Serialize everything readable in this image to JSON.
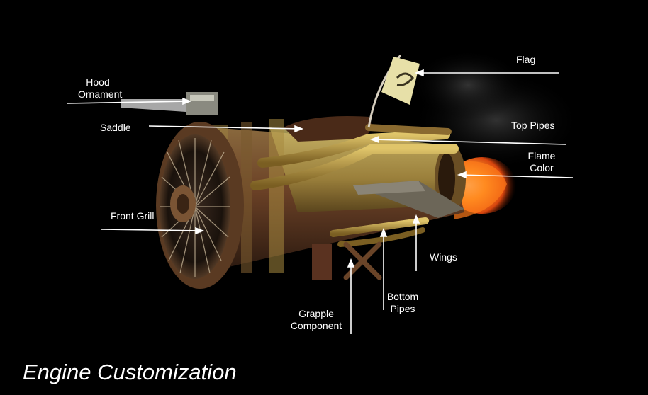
{
  "caption": "Engine Customization",
  "labels": {
    "hood_ornament_line1": "Hood",
    "hood_ornament_line2": "Ornament",
    "saddle": "Saddle",
    "front_grill": "Front Grill",
    "flag": "Flag",
    "top_pipes": "Top Pipes",
    "flame_color_line1": "Flame",
    "flame_color_line2": "Color",
    "wings": "Wings",
    "bottom_pipes_line1": "Bottom",
    "bottom_pipes_line2": "Pipes",
    "grapple_component_line1": "Grapple",
    "grapple_component_line2": "Component"
  },
  "colors": {
    "background": "#000000",
    "text": "#ffffff",
    "pointer": "#ffffff",
    "engine_rust": "#6b3a22",
    "engine_brass": "#b8a24a",
    "flame": "#ff8a1e"
  }
}
